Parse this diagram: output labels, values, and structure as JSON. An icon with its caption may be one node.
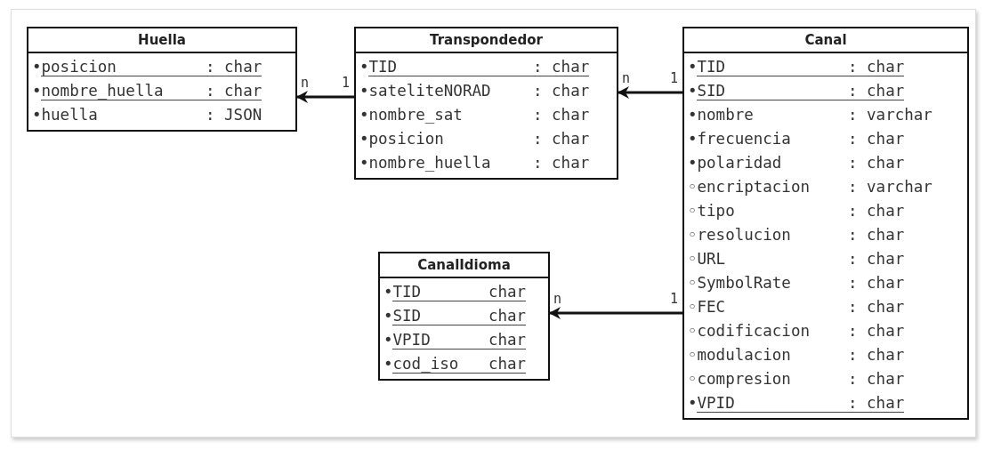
{
  "diagram": {
    "nodes": [
      {
        "text": [
          "Huella",
          "•posicion",
          ": char",
          "•nombre_huella",
          ": char",
          "•huella",
          ": JSON"
        ]
      },
      {
        "text": [
          "Transpondedor",
          "•TID",
          ": char",
          "•sateliteNORAD",
          ": char",
          "•nombre_sat",
          ": char",
          "•posicion",
          ": char",
          "•nombre_huella",
          ": char"
        ]
      },
      {
        "text": [
          "Canal",
          "•TID",
          ": char",
          "•SID",
          ": char",
          "•nombre",
          ": varchar",
          "•frecuencia",
          ": char",
          "•polaridad",
          ": char",
          "◦encriptacion",
          ": varchar",
          "◦tipo",
          ": char",
          "◦resolucion",
          ": char",
          "◦URL",
          ": char",
          "◦SymbolRate",
          ": char",
          "◦FEC",
          ": char",
          "◦codificacion",
          ": char",
          "◦modulacion",
          ": char",
          "◦compresion",
          ": char",
          "•VPID",
          ": char"
        ]
      },
      {
        "text": [
          "CanalIdioma",
          "•TID",
          "char",
          "•SID",
          "char",
          "•VPID",
          "char",
          "•cod_iso",
          "char"
        ]
      }
    ],
    "edges": [
      {
        "from": 1,
        "to": 0,
        "arrow": "to"
      },
      {
        "from": 2,
        "to": 1,
        "arrow": "to"
      },
      {
        "from": 2,
        "to": 3,
        "arrow": "to"
      }
    ],
    "labels": [
      "n",
      "1",
      "n",
      "1",
      "n",
      "1"
    ]
  }
}
